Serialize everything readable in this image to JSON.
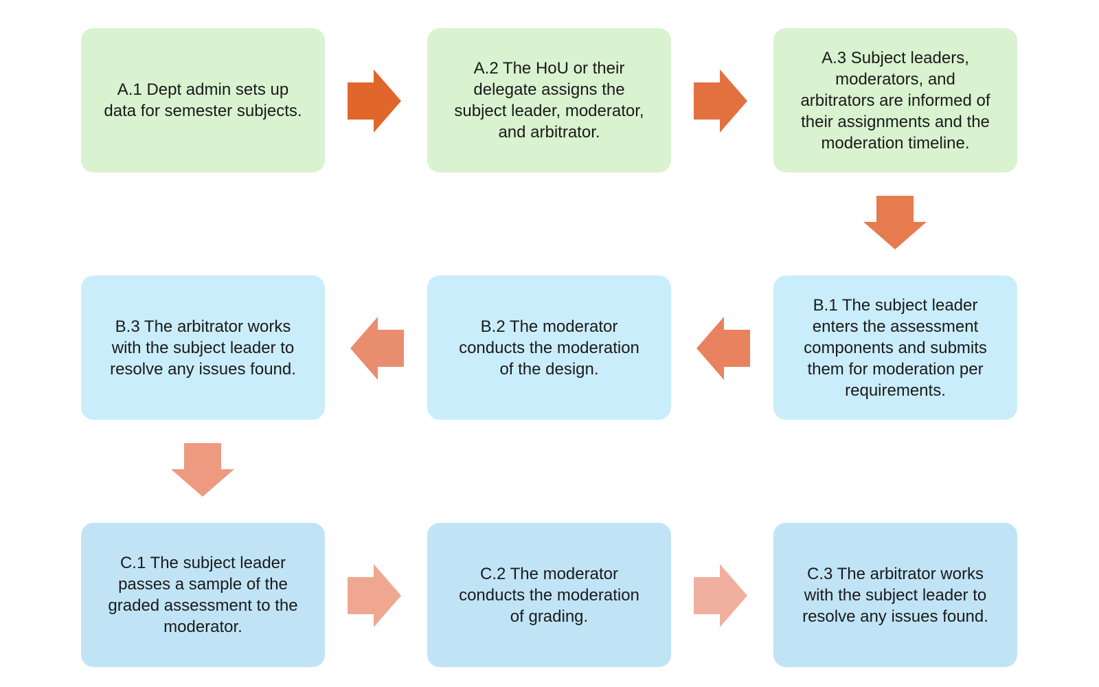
{
  "colors": {
    "phase_a_box": "#d9f2d0",
    "phase_b_box": "#caedfb",
    "phase_c_box": "#c0e4f5",
    "arrow_1": "#e0662b",
    "arrow_2": "#e37140",
    "arrow_3": "#e57b4e",
    "arrow_4": "#e8825f",
    "arrow_5": "#e98d6f",
    "arrow_6": "#ed9a80",
    "arrow_7": "#f0a791",
    "arrow_8": "#f1b09f"
  },
  "steps": {
    "a1": "A.1 Dept admin sets up\ndata for semester subjects.",
    "a2": "A.2 The HoU or their\ndelegate assigns the\nsubject leader, moderator,\nand arbitrator.",
    "a3": "A.3 Subject leaders,\nmoderators, and\narbitrators are informed of\ntheir assignments and the\nmoderation timeline.",
    "b1": "B.1 The subject leader\nenters the assessment\ncomponents and submits\nthem for moderation per\nrequirements.",
    "b2": "B.2 The moderator\nconducts the moderation\nof the design.",
    "b3": "B.3 The arbitrator works\nwith the subject leader to\nresolve any issues found.",
    "c1": "C.1 The subject leader\npasses a sample of the\ngraded assessment to the\nmoderator.",
    "c2": "C.2 The moderator\nconducts the moderation\nof grading.",
    "c3": "C.3 The arbitrator works\nwith the subject leader to\nresolve any issues found."
  },
  "arrows": [
    {
      "from": "a1",
      "to": "a2",
      "direction": "right"
    },
    {
      "from": "a2",
      "to": "a3",
      "direction": "right"
    },
    {
      "from": "a3",
      "to": "b1",
      "direction": "down"
    },
    {
      "from": "b1",
      "to": "b2",
      "direction": "left"
    },
    {
      "from": "b2",
      "to": "b3",
      "direction": "left"
    },
    {
      "from": "b3",
      "to": "c1",
      "direction": "down"
    },
    {
      "from": "c1",
      "to": "c2",
      "direction": "right"
    },
    {
      "from": "c2",
      "to": "c3",
      "direction": "right"
    }
  ]
}
